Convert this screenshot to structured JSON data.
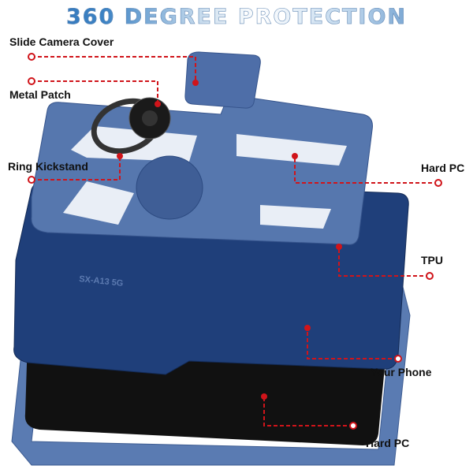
{
  "title": "360 DEGREE PROTECTION",
  "labels": {
    "slide_camera_cover": "Slide Camera Cover",
    "metal_patch": "Metal Patch",
    "ring_kickstand": "Ring Kickstand",
    "hard_pc_top": "Hard PC",
    "tpu": "TPU",
    "your_phone": "Your Phone",
    "hard_pc_bottom": "Hard PC"
  },
  "case_model_text": "SX-A13 5G",
  "colors": {
    "title_blue": "#2f6fb4",
    "leader_red": "#d0141a",
    "case_dark_blue": "#1f3f7a",
    "case_light_blue": "#5677ae",
    "phone_black": "#111111"
  }
}
